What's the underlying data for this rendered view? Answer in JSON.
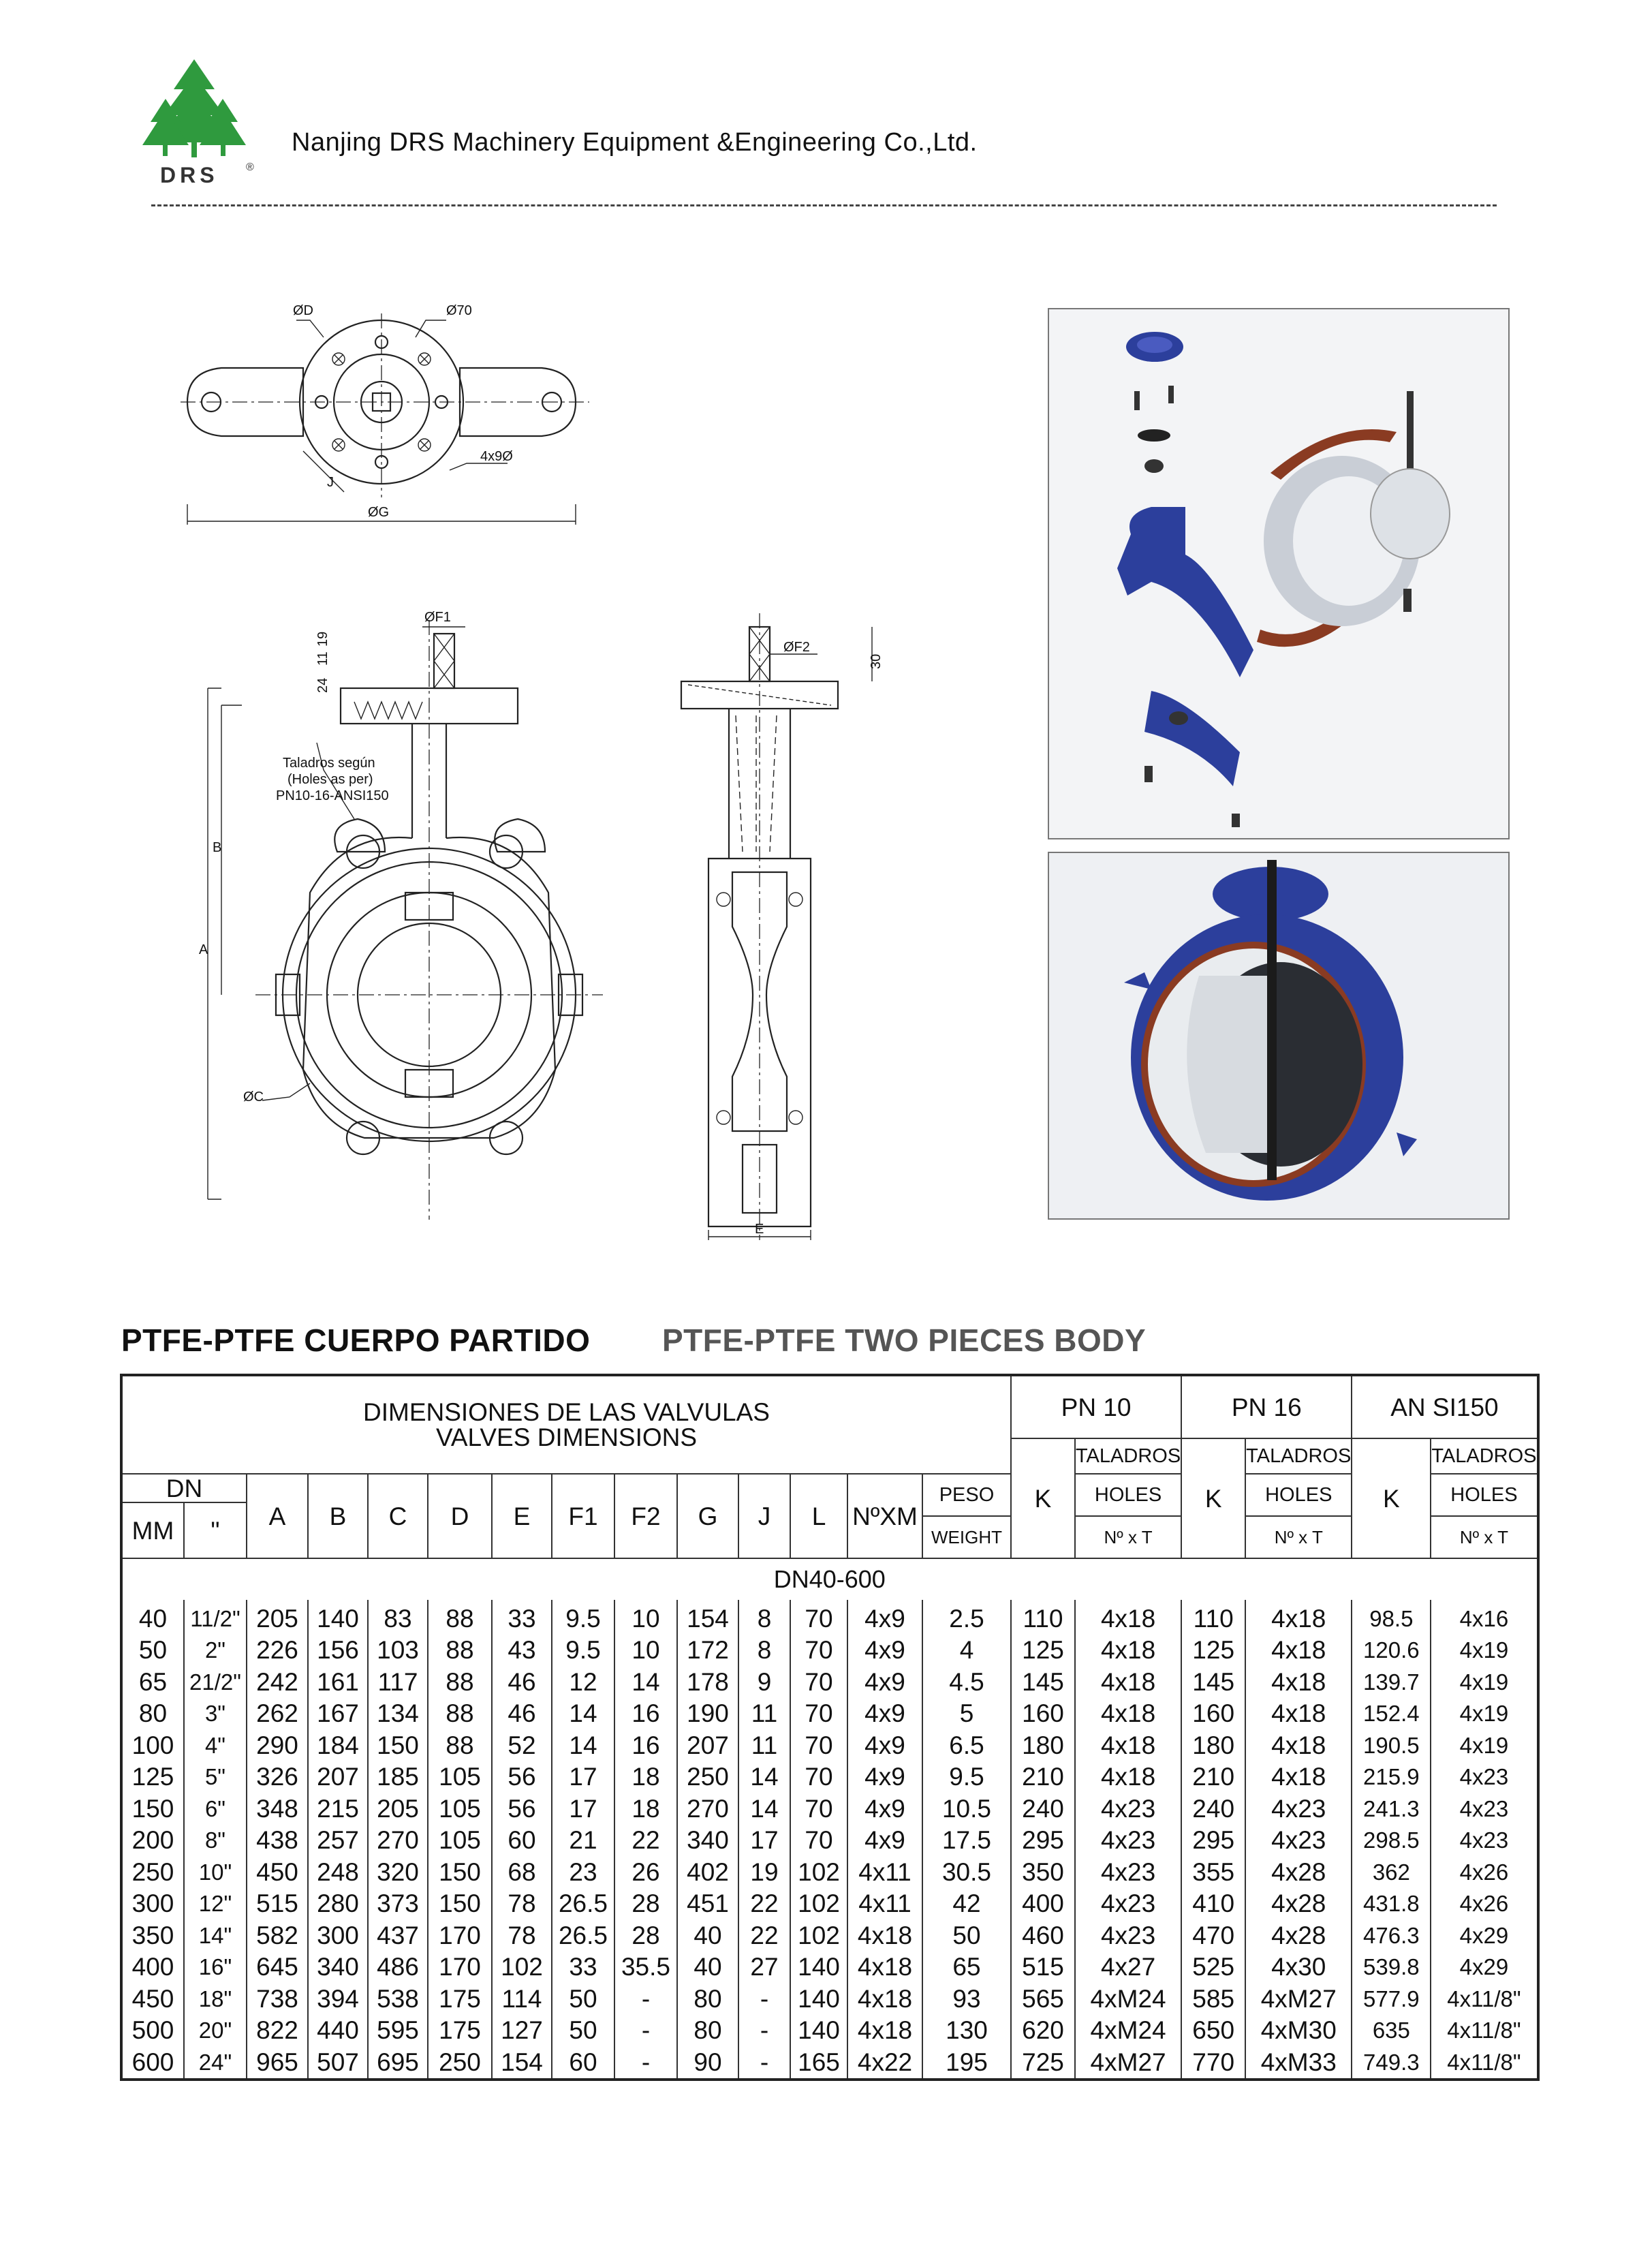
{
  "header": {
    "logo_text": "DRS",
    "logo_mark": "®",
    "company": "Nanjing  DRS  Machinery  Equipment &Engineering  Co.,Ltd."
  },
  "drawing_labels": {
    "d": "ØD",
    "d70": "Ø70",
    "bolts": "4x9Ø",
    "g": "ØG",
    "j": "J",
    "f1": "ØF1",
    "f2": "ØF2",
    "dim_11": "11",
    "dim_19": "19",
    "dim_24": "24",
    "dim_30": "30",
    "a": "A",
    "b": "B",
    "c": "ØC",
    "e": "E",
    "note_line1": "Taladros según",
    "note_line2": "(Holes as per)",
    "note_line3": "PN10-16-ANSI150"
  },
  "titles": {
    "spanish": "PTFE-PTFE CUERPO PARTIDO",
    "english": "PTFE-PTFE TWO PIECES BODY"
  },
  "table": {
    "caption_line1": "DIMENSIONES DE LAS VALVULAS",
    "caption_line2": "VALVES DIMENSIONS",
    "pn10": "PN 10",
    "pn16": "PN 16",
    "ansi": "AN  SI150",
    "dn": "DN",
    "mm": "MM",
    "inch": "\"",
    "cols": [
      "A",
      "B",
      "C",
      "D",
      "E",
      "F1",
      "F2",
      "G",
      "J",
      "L",
      "NºXM"
    ],
    "peso": "PESO",
    "weight": "WEIGHT",
    "k": "K",
    "taladros": "TALADROS",
    "holes": "HOLES",
    "nxt": "Nº x T",
    "range_title": "DN40-600",
    "rows": [
      [
        "40",
        "11/2\"",
        "205",
        "140",
        "83",
        "88",
        "33",
        "9.5",
        "10",
        "154",
        "8",
        "70",
        "4x9",
        "2.5",
        "110",
        "4x18",
        "110",
        "4x18",
        "98.5",
        "4x16"
      ],
      [
        "50",
        "2\"",
        "226",
        "156",
        "103",
        "88",
        "43",
        "9.5",
        "10",
        "172",
        "8",
        "70",
        "4x9",
        "4",
        "125",
        "4x18",
        "125",
        "4x18",
        "120.6",
        "4x19"
      ],
      [
        "65",
        "21/2\"",
        "242",
        "161",
        "117",
        "88",
        "46",
        "12",
        "14",
        "178",
        "9",
        "70",
        "4x9",
        "4.5",
        "145",
        "4x18",
        "145",
        "4x18",
        "139.7",
        "4x19"
      ],
      [
        "80",
        "3\"",
        "262",
        "167",
        "134",
        "88",
        "46",
        "14",
        "16",
        "190",
        "11",
        "70",
        "4x9",
        "5",
        "160",
        "4x18",
        "160",
        "4x18",
        "152.4",
        "4x19"
      ],
      [
        "100",
        "4\"",
        "290",
        "184",
        "150",
        "88",
        "52",
        "14",
        "16",
        "207",
        "11",
        "70",
        "4x9",
        "6.5",
        "180",
        "4x18",
        "180",
        "4x18",
        "190.5",
        "4x19"
      ],
      [
        "125",
        "5\"",
        "326",
        "207",
        "185",
        "105",
        "56",
        "17",
        "18",
        "250",
        "14",
        "70",
        "4x9",
        "9.5",
        "210",
        "4x18",
        "210",
        "4x18",
        "215.9",
        "4x23"
      ],
      [
        "150",
        "6\"",
        "348",
        "215",
        "205",
        "105",
        "56",
        "17",
        "18",
        "270",
        "14",
        "70",
        "4x9",
        "10.5",
        "240",
        "4x23",
        "240",
        "4x23",
        "241.3",
        "4x23"
      ],
      [
        "200",
        "8\"",
        "438",
        "257",
        "270",
        "105",
        "60",
        "21",
        "22",
        "340",
        "17",
        "70",
        "4x9",
        "17.5",
        "295",
        "4x23",
        "295",
        "4x23",
        "298.5",
        "4x23"
      ],
      [
        "250",
        "10\"",
        "450",
        "248",
        "320",
        "150",
        "68",
        "23",
        "26",
        "402",
        "19",
        "102",
        "4x11",
        "30.5",
        "350",
        "4x23",
        "355",
        "4x28",
        "362",
        "4x26"
      ],
      [
        "300",
        "12\"",
        "515",
        "280",
        "373",
        "150",
        "78",
        "26.5",
        "28",
        "451",
        "22",
        "102",
        "4x11",
        "42",
        "400",
        "4x23",
        "410",
        "4x28",
        "431.8",
        "4x26"
      ],
      [
        "350",
        "14\"",
        "582",
        "300",
        "437",
        "170",
        "78",
        "26.5",
        "28",
        "40",
        "22",
        "102",
        "4x18",
        "50",
        "460",
        "4x23",
        "470",
        "4x28",
        "476.3",
        "4x29"
      ],
      [
        "400",
        "16\"",
        "645",
        "340",
        "486",
        "170",
        "102",
        "33",
        "35.5",
        "40",
        "27",
        "140",
        "4x18",
        "65",
        "515",
        "4x27",
        "525",
        "4x30",
        "539.8",
        "4x29"
      ],
      [
        "450",
        "18\"",
        "738",
        "394",
        "538",
        "175",
        "114",
        "50",
        "-",
        "80",
        "-",
        "140",
        "4x18",
        "93",
        "565",
        "4xM24",
        "585",
        "4xM27",
        "577.9",
        "4x11/8\""
      ],
      [
        "500",
        "20\"",
        "822",
        "440",
        "595",
        "175",
        "127",
        "50",
        "-",
        "80",
        "-",
        "140",
        "4x18",
        "130",
        "620",
        "4xM24",
        "650",
        "4xM30",
        "635",
        "4x11/8\""
      ],
      [
        "600",
        "24\"",
        "965",
        "507",
        "695",
        "250",
        "154",
        "60",
        "-",
        "90",
        "-",
        "165",
        "4x22",
        "195",
        "725",
        "4xM27",
        "770",
        "4xM33",
        "749.3",
        "4x11/8\""
      ]
    ]
  },
  "colors": {
    "valve_blue": "#2c3f9c",
    "seat_white": "#e9ecef",
    "liner_brown": "#8a3b22"
  }
}
